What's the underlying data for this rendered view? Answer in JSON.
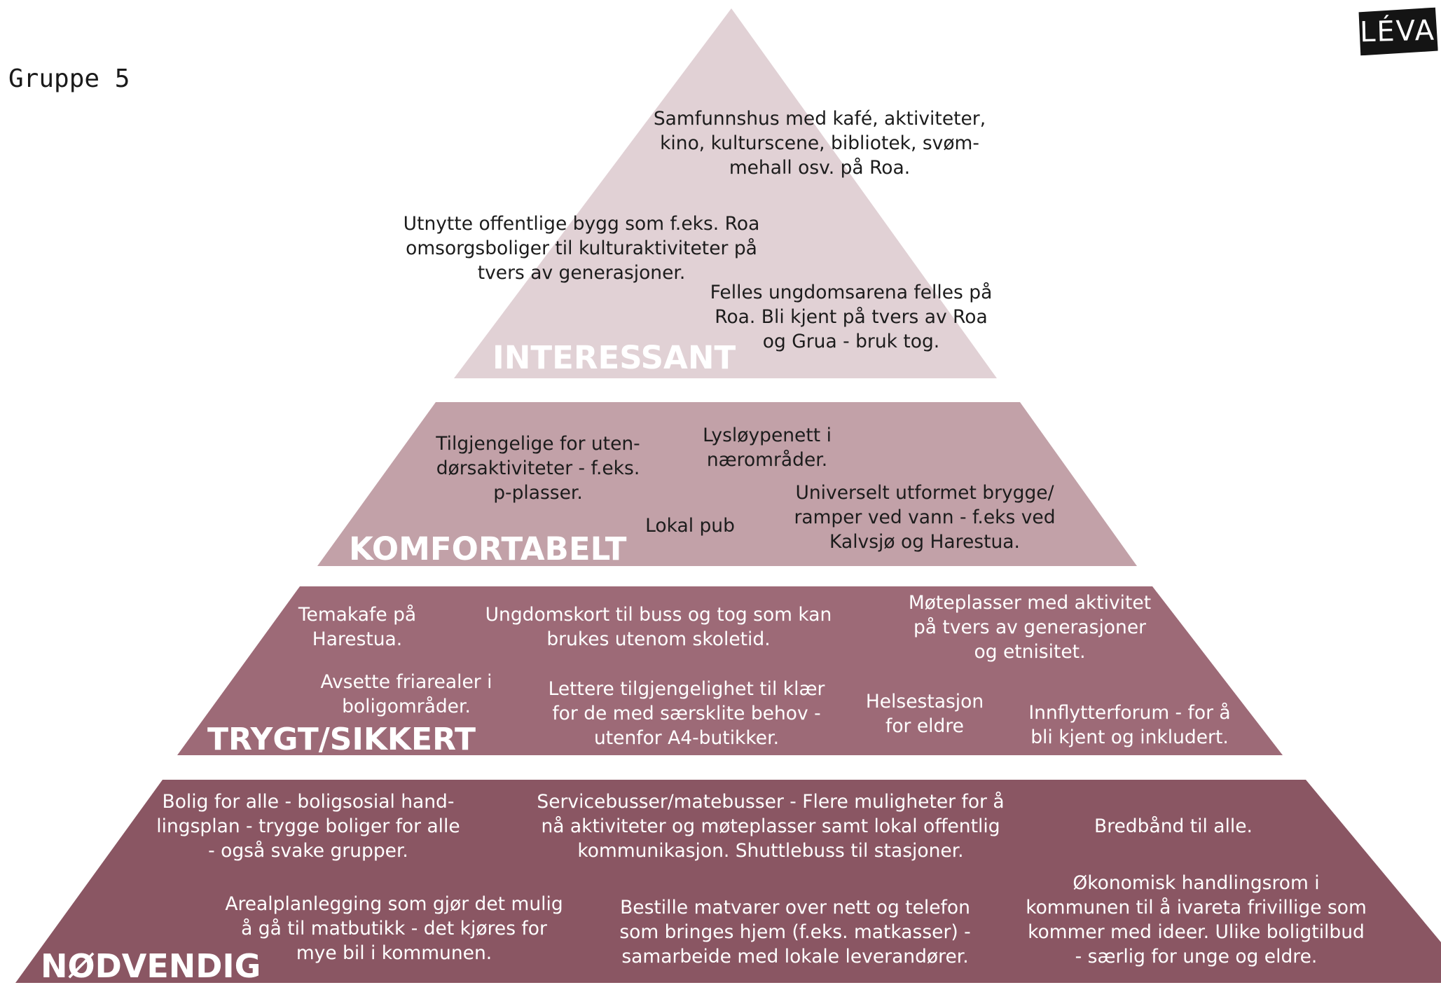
{
  "group_label": "Gruppe 5",
  "logo_text": "LÉVA",
  "colors": {
    "interessant": "#e1d1d5",
    "komfortabelt": "#c2a1a8",
    "trygt": "#9d6a77",
    "nodvendig": "#8a5663"
  },
  "tiers": [
    {
      "title": "INTERESSANT",
      "items": [
        "Samfunnshus med kafé, aktiviteter,\nkino, kulturscene, bibliotek, svøm-\nmehall osv. på Roa.",
        "Utnytte offentlige bygg som f.eks. Roa\nomsorgsboliger til kulturaktiviteter på\ntvers av generasjoner.",
        "Felles ungdomsarena felles på\nRoa. Bli kjent på tvers av Roa\nog Grua - bruk tog."
      ]
    },
    {
      "title": "KOMFORTABELT",
      "items": [
        "Tilgjengelige for uten-\ndørsaktiviteter - f.eks.\np-plasser.",
        "Lysløypenett i\nnærområder.",
        "Lokal pub",
        "Universelt utformet brygge/\nramper ved vann - f.eks ved\nKalvsjø og Harestua."
      ]
    },
    {
      "title": "TRYGT/SIKKERT",
      "items": [
        "Temakafe på\nHarestua.",
        "Ungdomskort til buss og tog som kan\nbrukes utenom skoletid.",
        "Møteplasser med aktivitet\npå tvers av generasjoner\nog etnisitet.",
        "Avsette friarealer i\nboligområder.",
        "Lettere tilgjengelighet til klær\nfor de med særsklite behov -\nutenfor A4-butikker.",
        "Helsestasjon\nfor eldre",
        "Innflytterforum - for å\nbli kjent og inkludert."
      ]
    },
    {
      "title": "NØDVENDIG",
      "items": [
        "Bolig for alle - boligsosial hand-\nlingsplan - trygge boliger for alle\n- også svake grupper.",
        "Servicebusser/matebusser - Flere muligheter for å\nnå aktiviteter  og møteplasser samt lokal offentlig\nkommunikasjon. Shuttlebuss til stasjoner.",
        "Bredbånd til alle.",
        "Arealplanlegging som gjør det mulig\nå gå til matbutikk - det kjøres for\nmye bil i kommunen.",
        "Bestille matvarer over nett og telefon\nsom bringes hjem (f.eks. matkasser) -\nsamarbeide med lokale leverandører.",
        "Økonomisk handlingsrom i\nkommunen til å ivareta frivillige som\nkommer med ideer. Ulike boligtilbud\n- særlig for unge og eldre."
      ]
    }
  ]
}
